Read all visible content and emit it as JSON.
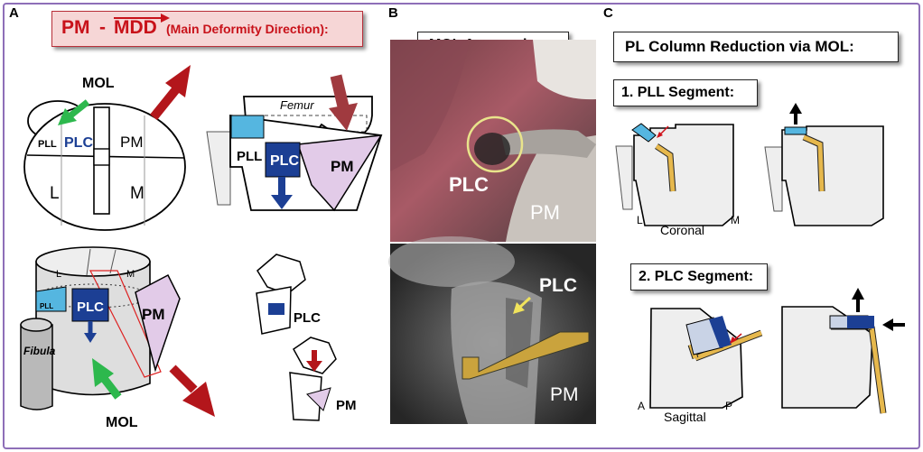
{
  "panels": {
    "a": "A",
    "b": "B",
    "c": "C"
  },
  "panel_a": {
    "title_pm": "PM",
    "title_dash": "-",
    "title_mdd": "MDD",
    "title_paren": "(Main Deformity Direction):",
    "plateau": {
      "mol": "MOL",
      "pll": "PLL",
      "plc": "PLC",
      "pm": "PM",
      "l": "L",
      "m": "M"
    },
    "coronal": {
      "femur": "Femur",
      "pll": "PLL",
      "plc": "PLC",
      "pm": "PM"
    },
    "iso": {
      "l": "L",
      "m": "M",
      "pll": "PLL",
      "plc": "PLC",
      "pm": "PM",
      "fibula": "Fibula",
      "mol": "MOL"
    },
    "small": {
      "plc": "PLC",
      "pm": "PM"
    }
  },
  "panel_b": {
    "title": "MOL Approach:",
    "photo": {
      "plc": "PLC",
      "pm": "PM"
    },
    "ct": {
      "plc": "PLC",
      "pm": "PM"
    }
  },
  "panel_c": {
    "title": "PL Column Reduction via MOL:",
    "step1": "1. PLL Segment:",
    "step2": "2. PLC Segment:",
    "coronal": {
      "l": "L",
      "m": "M",
      "label": "Coronal"
    },
    "sagittal": {
      "a": "A",
      "p": "P",
      "label": "Sagittal"
    }
  },
  "colors": {
    "red_arrow": "#b3161b",
    "green_arrow": "#2db84d",
    "plc_blue": "#1c3f94",
    "pll_cyan": "#55b6e0",
    "pm_pink": "#e2cbe8",
    "title_red": "#c8121a",
    "gold": "#d1a336",
    "frame": "#8e6fb8"
  },
  "icons": [
    "red-arrow-icon",
    "green-arrow-icon",
    "blue-arrow-icon",
    "black-arrow-icon"
  ]
}
